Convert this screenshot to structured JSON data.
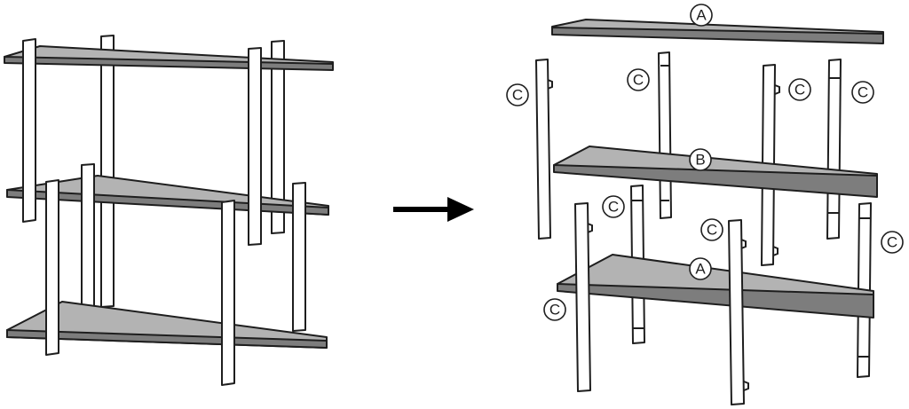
{
  "labels": {
    "top_shelf": "A",
    "middle_shelf": "B",
    "bottom_shelf": "A",
    "post": "C"
  },
  "colors": {
    "shelf_face": "#b3b3b3",
    "shelf_edge": "#7d7d7d",
    "outline": "#1e1e1e",
    "post_face": "#ffffff",
    "arrow": "#000000"
  },
  "icons": {
    "transition": "arrow-right-icon"
  }
}
